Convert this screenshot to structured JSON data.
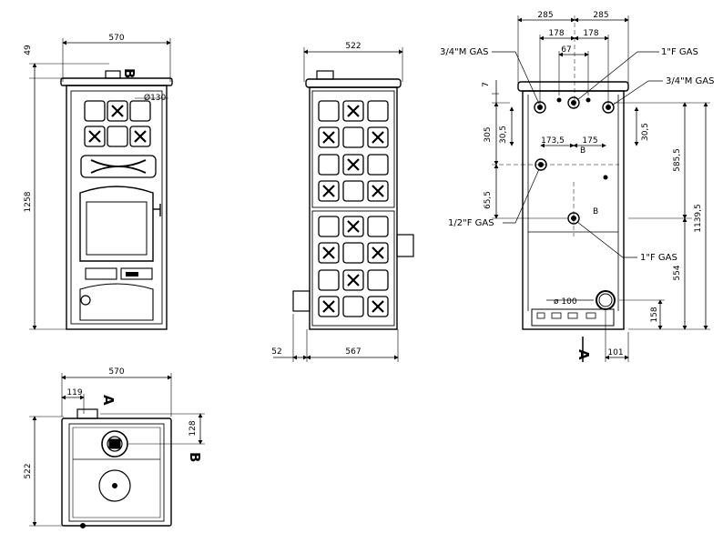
{
  "front_view": {
    "width": "570",
    "height": "1258",
    "top_offset": "49",
    "section_mark": "B",
    "flue_diameter": "Ø130"
  },
  "side_view": {
    "width_top": "522",
    "depth": "567",
    "rear_offset": "52"
  },
  "rear_view": {
    "half_left": "285",
    "half_right": "285",
    "inner_left": "178",
    "inner_right": "178",
    "center": "67",
    "offset_7": "7",
    "h_305": "305",
    "h_30_5_left": "30,5",
    "h_30_5_right": "30,5",
    "w_173_5": "173,5",
    "w_175": "175",
    "h_65_5": "65,5",
    "h_585_5": "585,5",
    "h_1139_5": "1139,5",
    "h_554": "554",
    "h_158": "158",
    "w_101": "101",
    "flue_label": "ø 100",
    "mark_b_1": "B",
    "mark_b_2": "B",
    "section_mark": "A",
    "gas_34m_left": "3/4\"M GAS",
    "gas_1f_top": "1\"F GAS",
    "gas_34m_right": "3/4\"M GAS",
    "gas_12f": "1/2\"F GAS",
    "gas_1f_bottom": "1\"F GAS"
  },
  "top_view": {
    "width": "570",
    "depth": "522",
    "offset_119": "119",
    "offset_128": "128",
    "section_a": "A",
    "section_b": "B"
  }
}
